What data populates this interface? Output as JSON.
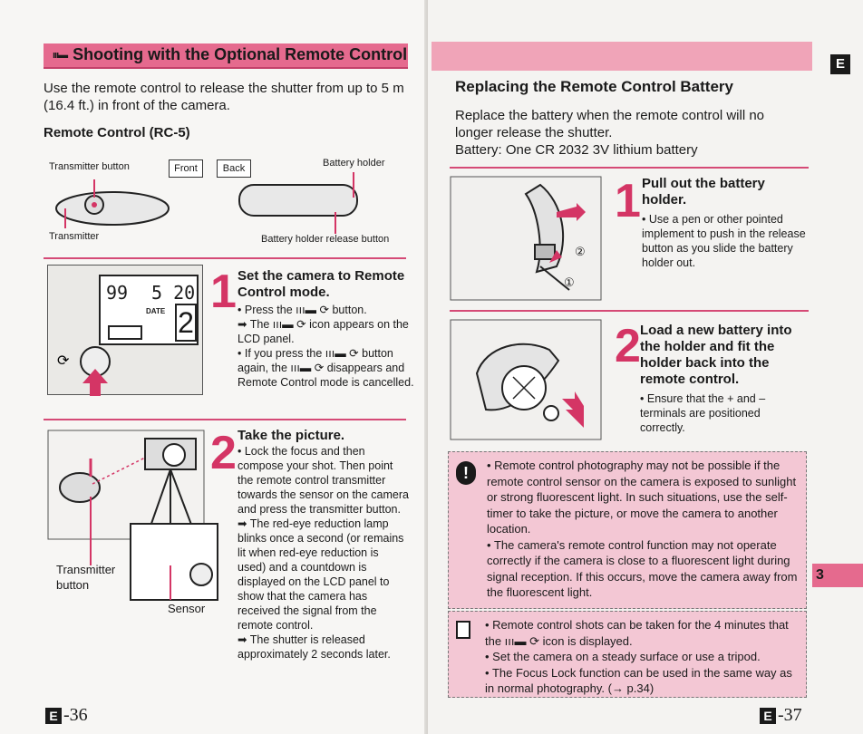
{
  "left": {
    "header_icon": "ııı▬",
    "header_title": "Shooting with the Optional Remote Control",
    "intro": "Use the remote control to release the shutter from up to 5 m (16.4 ft.) in front of the camera.",
    "remote_heading": "Remote Control (RC-5)",
    "labels": {
      "transmitter_button": "Transmitter button",
      "front": "Front",
      "back": "Back",
      "battery_holder": "Battery holder",
      "transmitter": "Transmitter",
      "battery_holder_release": "Battery holder release button"
    },
    "lcd": {
      "digits_left": "99",
      "digits_right": "5 20",
      "date": "DATE",
      "big": "2"
    },
    "step1": {
      "num": "1",
      "title": "Set the camera to Remote Control mode.",
      "b1": "Press the ııı▬ ⟳ button.",
      "b2": "The ııı▬ ⟳ icon appears on the LCD panel.",
      "b3": "If you press the ııı▬ ⟳ button again, the ııı▬ ⟳ disappears and Remote Control mode is cancelled."
    },
    "step2": {
      "num": "2",
      "title": "Take the picture.",
      "b1": "Lock the focus and then compose your shot. Then point the remote control transmitter towards the sensor on the camera and press the transmitter button.",
      "b2": "The red-eye reduction lamp blinks once a second (or remains lit when red-eye reduction is used) and a countdown is displayed on the LCD panel to show that the camera has received the signal from the remote control.",
      "b3": "The shutter is released approximately 2 seconds later."
    },
    "fig_labels": {
      "transmitter_button": "Transmitter button",
      "sensor": "Sensor"
    },
    "page_num": "-36",
    "page_letter": "E"
  },
  "right": {
    "heading": "Replacing the Remote Control Battery",
    "intro1": "Replace the battery when the remote control will no longer release the shutter.",
    "intro2": "Battery: One CR 2032 3V lithium battery",
    "step1": {
      "num": "1",
      "title": "Pull out the battery holder.",
      "b1": "Use a pen or other pointed implement to push in the release button as you slide the battery holder out.",
      "c1": "①",
      "c2": "②"
    },
    "step2": {
      "num": "2",
      "title": "Load a new battery into the holder and fit the holder back into the remote control.",
      "b1": "Ensure that the + and – terminals are positioned correctly."
    },
    "caution": {
      "c1": "Remote control photography may not be possible if the remote control sensor on the camera is exposed to sunlight or strong fluorescent light. In such situations, use the self-timer to take the picture, or move the camera to another location.",
      "c2": "The camera's remote control function may not operate correctly if the camera is close to a fluorescent light during signal reception. If this occurs, move the camera away from the fluorescent light."
    },
    "memo": {
      "m1": "Remote control shots can be taken for the 4 minutes that the ııı▬ ⟳ icon is displayed.",
      "m2": "Set the camera on a steady surface or use a tripod.",
      "m3": "The Focus Lock function can be used in the same way as in normal photography. (→ p.34)"
    },
    "tab_letter": "E",
    "chapter": "3",
    "page_num": "-37",
    "page_letter": "E"
  },
  "colors": {
    "accent": "#e56a8e",
    "accent_dark": "#d43565",
    "caution_bg": "#f3c7d4"
  }
}
